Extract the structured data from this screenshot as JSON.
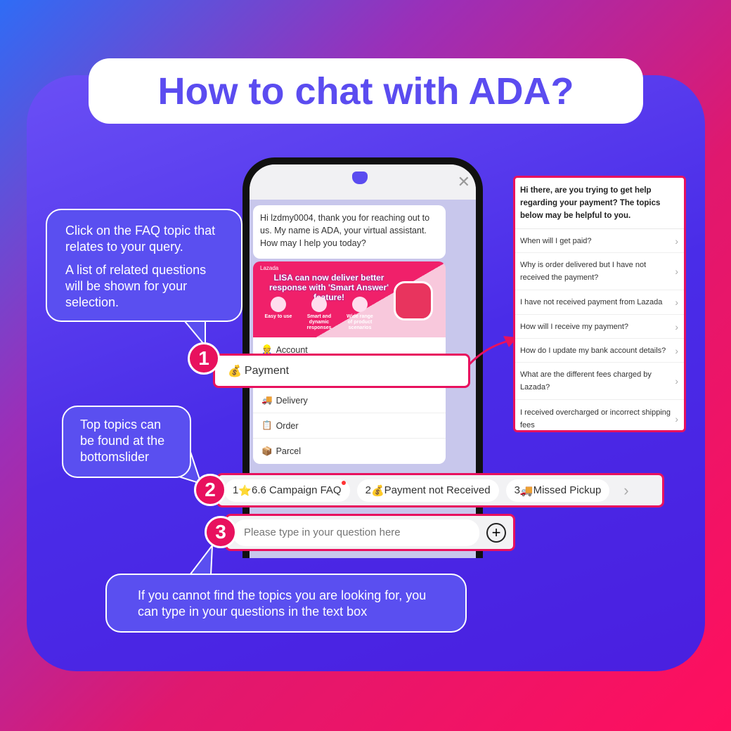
{
  "title": "How to chat with ADA?",
  "chat": {
    "greeting": "Hi lzdmy0004, thank you for reaching out to us. My name is ADA, your virtual assistant. How may I help you today?",
    "banner": {
      "brand": "Lazada",
      "headline": "LISA can now deliver better response with 'Smart Answer' feature!",
      "features": [
        "Easy to use",
        "Smart and dynamic responses",
        "Wide range of product scenarios"
      ]
    },
    "topics": [
      {
        "icon": "👷",
        "label": "Account"
      },
      {
        "icon": "💰",
        "label": "Payment"
      },
      {
        "icon": "🚚",
        "label": "Delivery"
      },
      {
        "icon": "📋",
        "label": "Order"
      },
      {
        "icon": "📦",
        "label": "Parcel"
      }
    ]
  },
  "callouts": {
    "one": {
      "badge": "1",
      "p1": "Click on the FAQ topic that relates to your query.",
      "p2": "A list of related questions will be shown for your selection."
    },
    "two": {
      "badge": "2",
      "text": "Top topics can be found at the bottomslider"
    },
    "three": {
      "badge": "3",
      "text": "If you cannot find the topics you are looking for, you can type in your questions in the text box"
    }
  },
  "payment_panel": {
    "header": "Hi there, are you trying to get help regarding your payment? The topics below may be helpful to you.",
    "questions": [
      "When will I get paid?",
      "Why is order delivered but I have not received the payment?",
      "I have not received payment from Lazada",
      "How will I receive my payment?",
      "How do I update my bank account details?",
      "What are the different fees charged by Lazada?",
      "I received overcharged or incorrect shipping fees"
    ]
  },
  "slider": [
    {
      "num": "1",
      "icon": "⭐",
      "label": "6.6 Campaign FAQ"
    },
    {
      "num": "2",
      "icon": "💰",
      "label": "Payment not Received"
    },
    {
      "num": "3",
      "icon": "🚚",
      "label": "Missed Pickup"
    }
  ],
  "input": {
    "placeholder": "Please type in your question here"
  },
  "colors": {
    "accent": "#5b4cf0",
    "highlight": "#e8115e"
  }
}
